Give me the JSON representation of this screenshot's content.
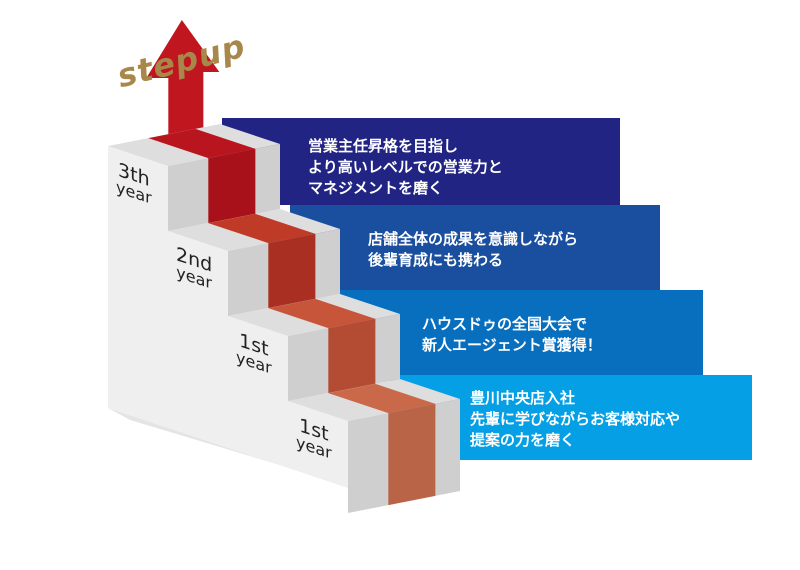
{
  "title": "stepup",
  "colors": {
    "banner": [
      "#212483",
      "#1a4f9f",
      "#086fbf",
      "#049fe4"
    ],
    "carpet_top": [
      "#b9151f",
      "#bf3a27",
      "#c6553a",
      "#c9694a"
    ],
    "carpet_riser": [
      "#a9111a",
      "#a92f22",
      "#b44c34",
      "#b96446"
    ],
    "arrow": "#c0161f",
    "gold": "#a8874a"
  },
  "steps": [
    {
      "num": "3th",
      "unit": "year",
      "lines": [
        "営業主任昇格を目指し",
        "より高いレベルでの営業力と",
        "マネジメントを磨く"
      ]
    },
    {
      "num": "2nd",
      "unit": "year",
      "lines": [
        "店舗全体の成果を意識しながら",
        "後輩育成にも携わる"
      ]
    },
    {
      "num": "1st",
      "unit": "year",
      "lines": [
        "ハウスドゥの全国大会で",
        "新人エージェント賞獲得！"
      ]
    },
    {
      "num": "1st",
      "unit": "year",
      "lines": [
        "豊川中央店入社",
        "先輩に学びながらお客様対応や",
        "提案の力を磨く"
      ]
    }
  ]
}
